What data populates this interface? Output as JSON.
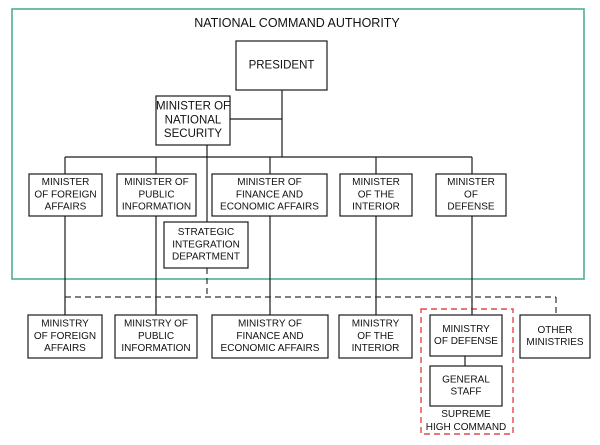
{
  "diagram": {
    "title": "NATIONAL COMMAND AUTHORITY",
    "colors": {
      "authority_frame": "#4caf90",
      "supreme_frame": "#e04b4b",
      "box_border": "#1a1a1a",
      "line": "#1a1a1a",
      "background": "#ffffff"
    },
    "president": [
      "PRESIDENT"
    ],
    "minister_national_security": [
      "MINISTER OF",
      "NATIONAL",
      "SECURITY"
    ],
    "ministers": [
      [
        "MINISTER",
        "OF FOREIGN",
        "AFFAIRS"
      ],
      [
        "MINISTER OF",
        "PUBLIC",
        "INFORMATION"
      ],
      [
        "MINISTER OF",
        "FINANCE AND",
        "ECONOMIC AFFAIRS"
      ],
      [
        "MINISTER",
        "OF THE",
        "INTERIOR"
      ],
      [
        "MINISTER",
        "OF",
        "DEFENSE"
      ]
    ],
    "strategic_dept": [
      "STRATEGIC",
      "INTEGRATION",
      "DEPARTMENT"
    ],
    "ministries": [
      [
        "MINISTRY",
        "OF FOREIGN",
        "AFFAIRS"
      ],
      [
        "MINISTRY OF",
        "PUBLIC",
        "INFORMATION"
      ],
      [
        "MINISTRY OF",
        "FINANCE AND",
        "ECONOMIC AFFAIRS"
      ],
      [
        "MINISTRY",
        "OF THE",
        "INTERIOR"
      ],
      [
        "MINISTRY",
        "OF DEFENSE"
      ],
      [
        "OTHER",
        "MINISTRIES"
      ]
    ],
    "general_staff": [
      "GENERAL",
      "STAFF"
    ],
    "supreme_label": [
      "SUPREME",
      "HIGH COMMAND"
    ]
  }
}
